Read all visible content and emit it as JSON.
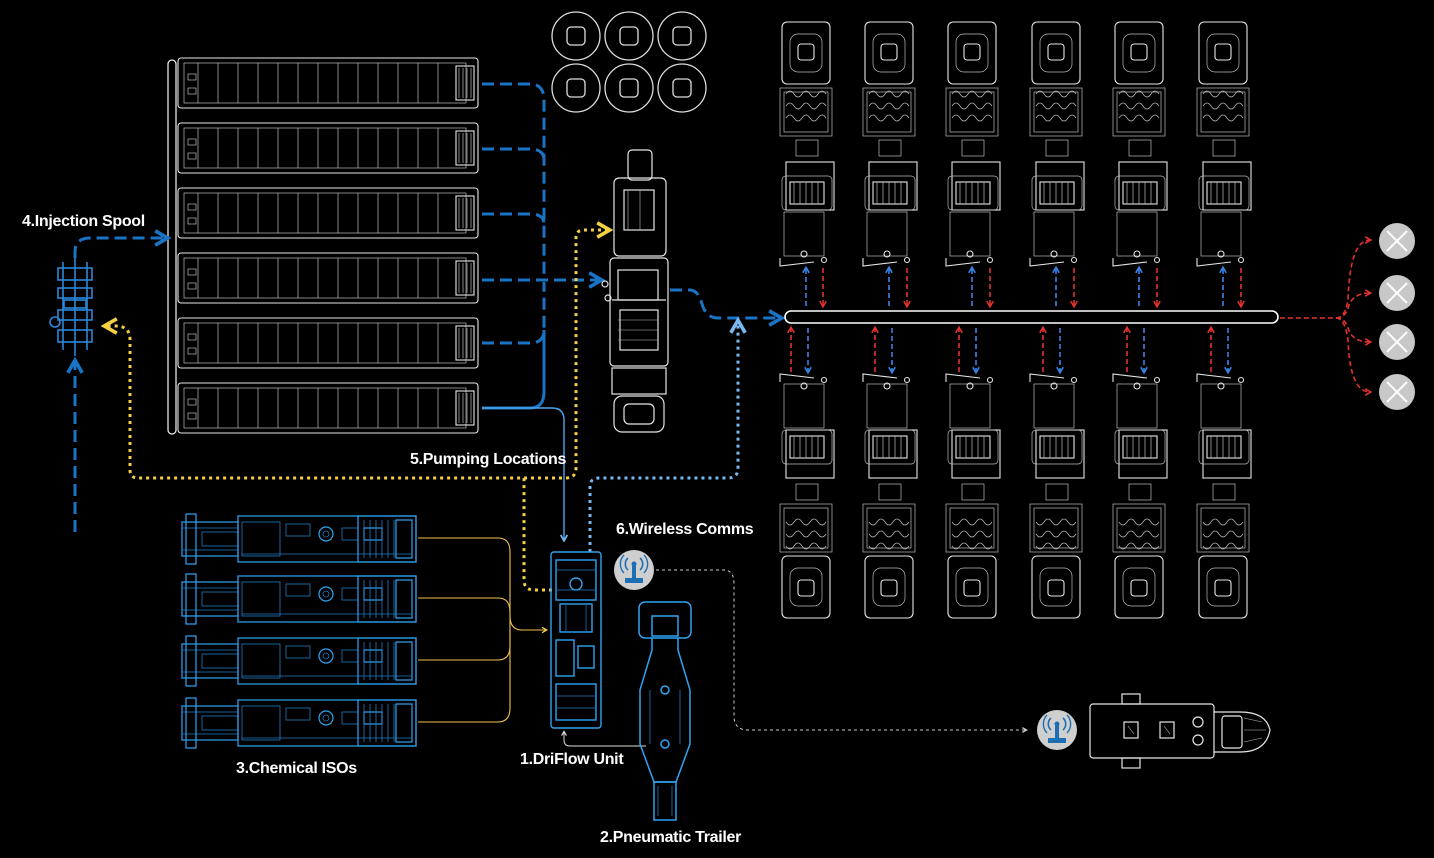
{
  "labels": {
    "injection_spool": "4.Injection Spool",
    "pumping_locations": "5.Pumping Locations",
    "wireless_comms": "6.Wireless Comms",
    "chemical_isos": "3.Chemical ISOs",
    "driflow_unit": "1.DriFlow Unit",
    "pneumatic_trailer": "2.Pneumatic Trailer"
  },
  "colors": {
    "background": "#000000",
    "supply_line": "#1a74c6",
    "pump_line": "#2f6fd8",
    "return_line": "#e0322e",
    "chemical_line": "#f2c14e",
    "nitrogen_line": "#f5d142",
    "comms_line": "#7ab8f0",
    "wireframe": "#e6e6e6",
    "blueprint": "#2fa4f2",
    "wellhead": "#c8c8c8"
  },
  "icons": {
    "manifold_ring": "rounded-bar",
    "wellhead": "x-circle-icon",
    "antenna": "antenna-icon"
  }
}
